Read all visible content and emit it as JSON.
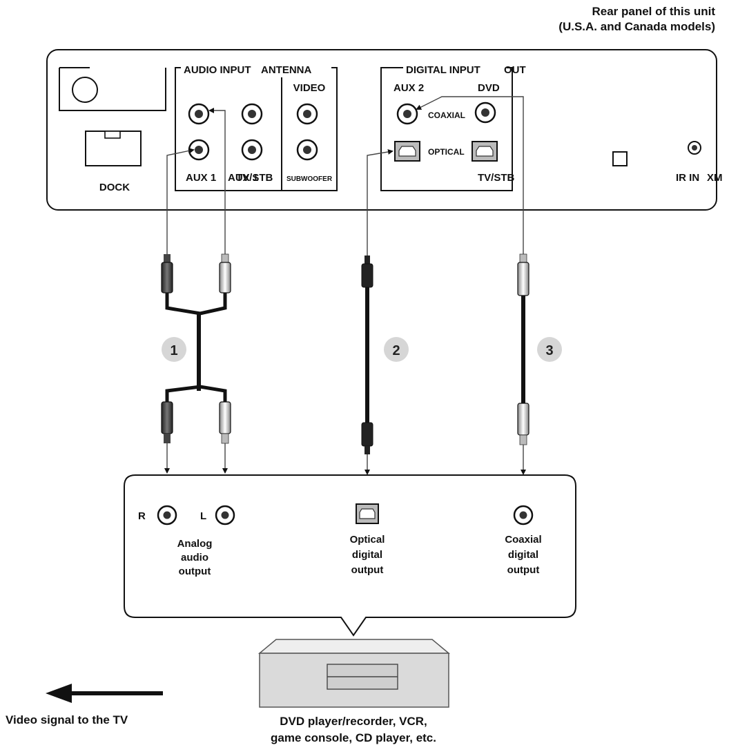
{
  "header": {
    "line1": "Rear panel of this unit",
    "line2": "(U.S.A. and Canada models)"
  },
  "rear_panel": {
    "dock_label": "DOCK",
    "audio_input_label": "AUDIO INPUT",
    "antenna_label": "ANTENNA",
    "video_label": "VIDEO",
    "aux1_label": "AUX 1",
    "aux1b_label": "AUX 1",
    "tv_stb_left_label": "TV/STB",
    "subwoofer_label": "SUBWOOFER",
    "digital_input_label": "DIGITAL INPUT",
    "out_label": "OUT",
    "aux2_label": "AUX 2",
    "dvd_label": "DVD",
    "coaxial_label": "COAXIAL",
    "optical_label": "OPTICAL",
    "tv_stb_right_label": "TV/STB",
    "ir_in_label": "IR IN",
    "xm_label": "XM"
  },
  "cables": [
    {
      "number": "1",
      "color": "#d6d6d6"
    },
    {
      "number": "2",
      "color": "#d6d6d6"
    },
    {
      "number": "3",
      "color": "#d6d6d6"
    }
  ],
  "source_device": {
    "r_label": "R",
    "l_label": "L",
    "analog": [
      "Analog",
      "audio",
      "output"
    ],
    "optical": [
      "Optical",
      "digital",
      "output"
    ],
    "coaxial": [
      "Coaxial",
      "digital",
      "output"
    ]
  },
  "footer": {
    "video_signal": "Video signal to the TV",
    "device_line1": "DVD player/recorder, VCR,",
    "device_line2": "game console, CD player, etc."
  }
}
